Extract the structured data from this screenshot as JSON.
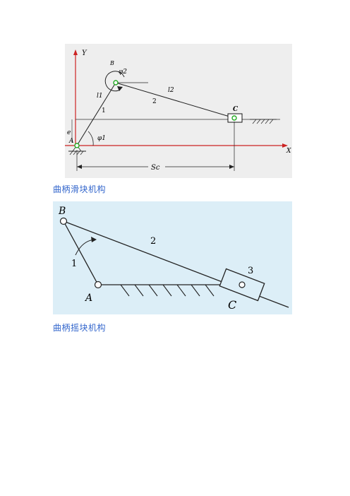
{
  "figure1": {
    "labels": {
      "y_axis": "Y",
      "x_axis": "X",
      "point_a": "A",
      "point_b": "B",
      "point_c": "C",
      "e": "e",
      "phi1": "φ1",
      "phi2": "φ2",
      "l1": "l1",
      "l2": "l2",
      "link1": "1",
      "link2": "2",
      "sc": "Sc"
    },
    "colors": {
      "y_axis": "#cc2222",
      "x_axis": "#cc2222",
      "line": "#000000",
      "pivot": "#22aa22"
    }
  },
  "caption1": "曲柄滑块机构",
  "figure2": {
    "labels": {
      "point_a": "A",
      "point_b": "B",
      "point_c": "C",
      "link1": "1",
      "link2": "2",
      "link3": "3"
    }
  },
  "caption2": "曲柄摇块机构"
}
